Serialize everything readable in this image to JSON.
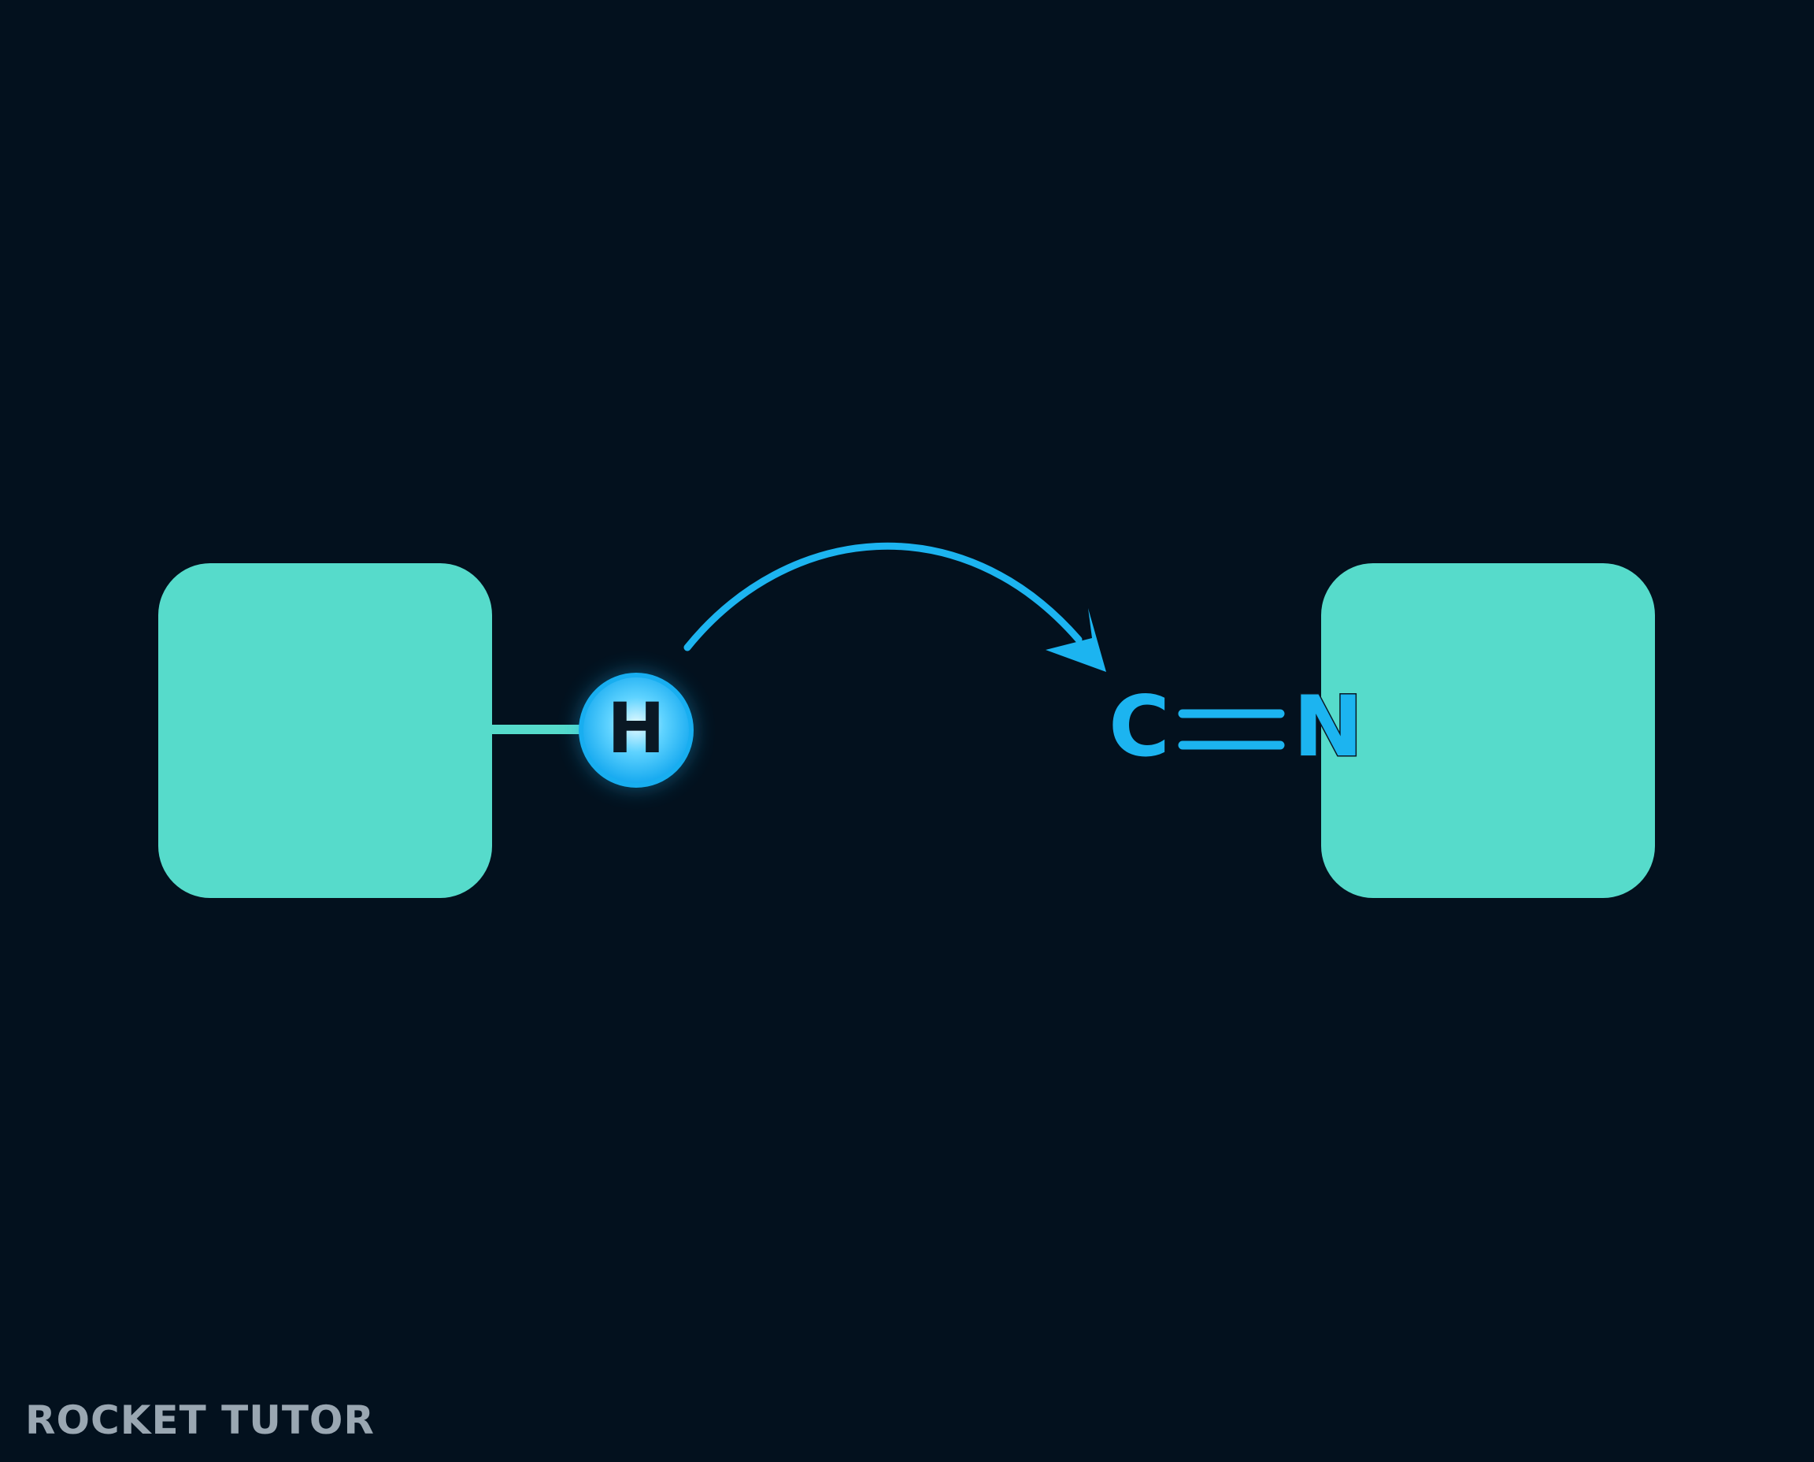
{
  "diagram": {
    "hydrogen_label": "H",
    "carbon_label": "C",
    "nitrogen_label": "N",
    "left_group": "",
    "right_group": ""
  },
  "brand": {
    "text": "ROCKET TUTOR"
  },
  "colors": {
    "background": "#03111e",
    "group_fill": "#56dbcb",
    "accent": "#1cb4f0",
    "hydrogen_text": "#0a1824",
    "brand_text": "#9aa7b2"
  }
}
